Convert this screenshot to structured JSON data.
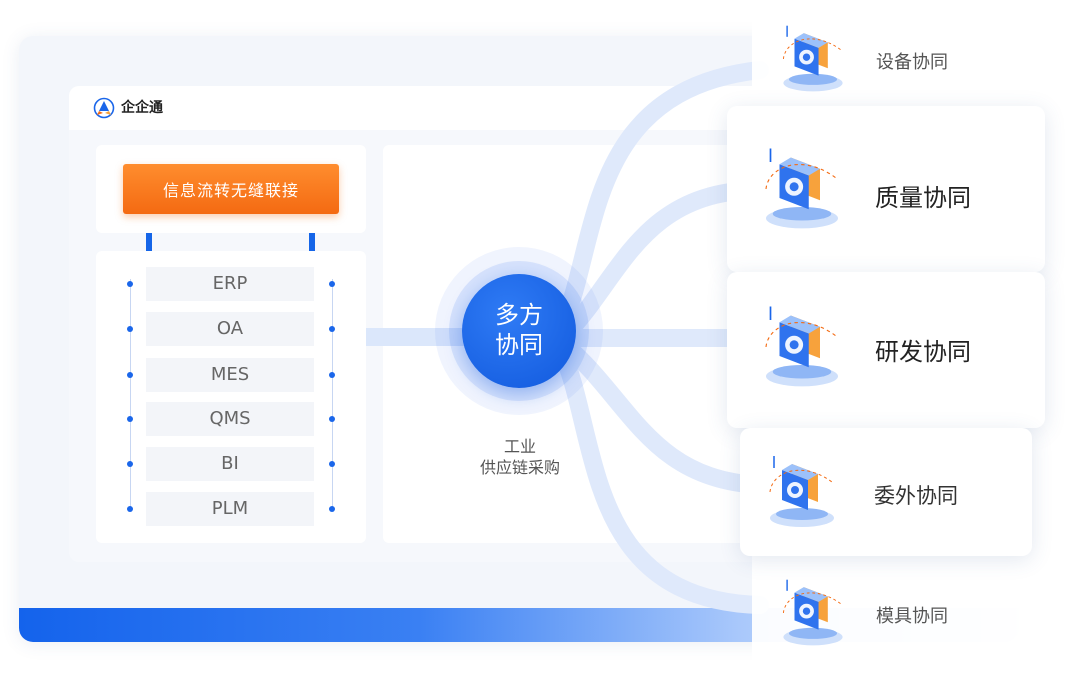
{
  "app": {
    "name": "企企通"
  },
  "left": {
    "banner_label": "信息流转无缝联接",
    "systems": [
      "ERP",
      "OA",
      "MES",
      "QMS",
      "BI",
      "PLM"
    ]
  },
  "center": {
    "hub_line1": "多方",
    "hub_line2": "协同",
    "caption_line1": "工业",
    "caption_line2": "供应链采购"
  },
  "collaborations": [
    {
      "label": "设备协同"
    },
    {
      "label": "质量协同"
    },
    {
      "label": "研发协同"
    },
    {
      "label": "委外协同"
    },
    {
      "label": "模具协同"
    }
  ],
  "colors": {
    "primary_blue": "#1463ec",
    "accent_orange": "#f46a12",
    "flow_blue": "#dbe7fb"
  }
}
